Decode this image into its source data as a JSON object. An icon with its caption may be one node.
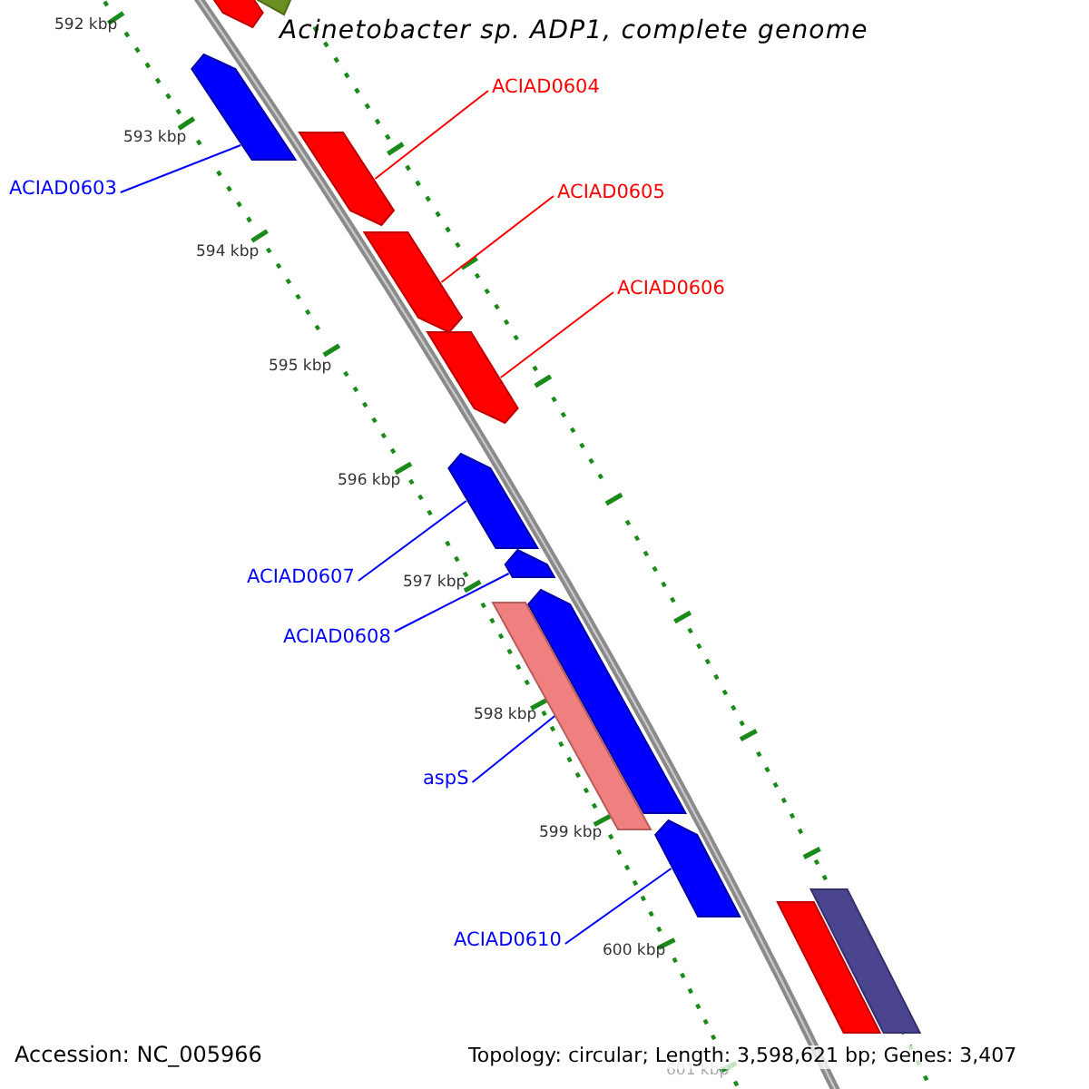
{
  "diagram": {
    "title": "Acinetobacter sp. ADP1, complete genome",
    "nodes": [
      {
        "text": [
          "ACIAD0604"
        ]
      },
      {
        "text": [
          "ACIAD0605"
        ]
      },
      {
        "text": [
          "ACIAD0606"
        ]
      },
      {
        "text": [
          "ACIAD0603"
        ]
      },
      {
        "text": [
          "ACIAD0607"
        ]
      },
      {
        "text": [
          "ACIAD0608"
        ]
      },
      {
        "text": [
          "aspS"
        ]
      },
      {
        "text": [
          "ACIAD0610"
        ]
      },
      {
        "text": [],
        "shape": "pentagon"
      },
      {
        "text": [],
        "shape": "pentagon"
      },
      {
        "text": [],
        "shape": "pentagon"
      },
      {
        "text": [],
        "shape": "pentagon"
      },
      {
        "text": [],
        "shape": "pentagon"
      },
      {
        "text": [],
        "shape": "pentagon"
      },
      {
        "text": [],
        "shape": "pentagon"
      },
      {
        "text": [],
        "shape": "pentagon"
      },
      {
        "text": [],
        "shape": "pentagon"
      },
      {
        "text": [],
        "shape": "bar"
      },
      {
        "text": [],
        "shape": "pentagon"
      },
      {
        "text": [],
        "shape": "bar"
      },
      {
        "text": [],
        "shape": "bar"
      }
    ],
    "edges": [
      {
        "from": 0,
        "to": 11,
        "arrow": "none",
        "color": "#ff0000"
      },
      {
        "from": 1,
        "to": 12,
        "arrow": "none",
        "color": "#ff0000"
      },
      {
        "from": 2,
        "to": 13,
        "arrow": "none",
        "color": "#ff0000"
      },
      {
        "from": 3,
        "to": 10,
        "arrow": "none"
      },
      {
        "from": 4,
        "to": 14,
        "arrow": "none"
      },
      {
        "from": 5,
        "to": 15,
        "arrow": "none"
      },
      {
        "from": 6,
        "to": 17,
        "arrow": "none"
      },
      {
        "from": 7,
        "to": 18,
        "arrow": "none"
      }
    ],
    "labels": [
      "592 kbp",
      "593 kbp",
      "594 kbp",
      "595 kbp",
      "596 kbp",
      "597 kbp",
      "598 kbp",
      "599 kbp",
      "600 kbp",
      "601 kbp",
      "Accession: NC_005966",
      "Topology: circular; Length: 3,598,621 bp; Genes: 3,407"
    ]
  }
}
